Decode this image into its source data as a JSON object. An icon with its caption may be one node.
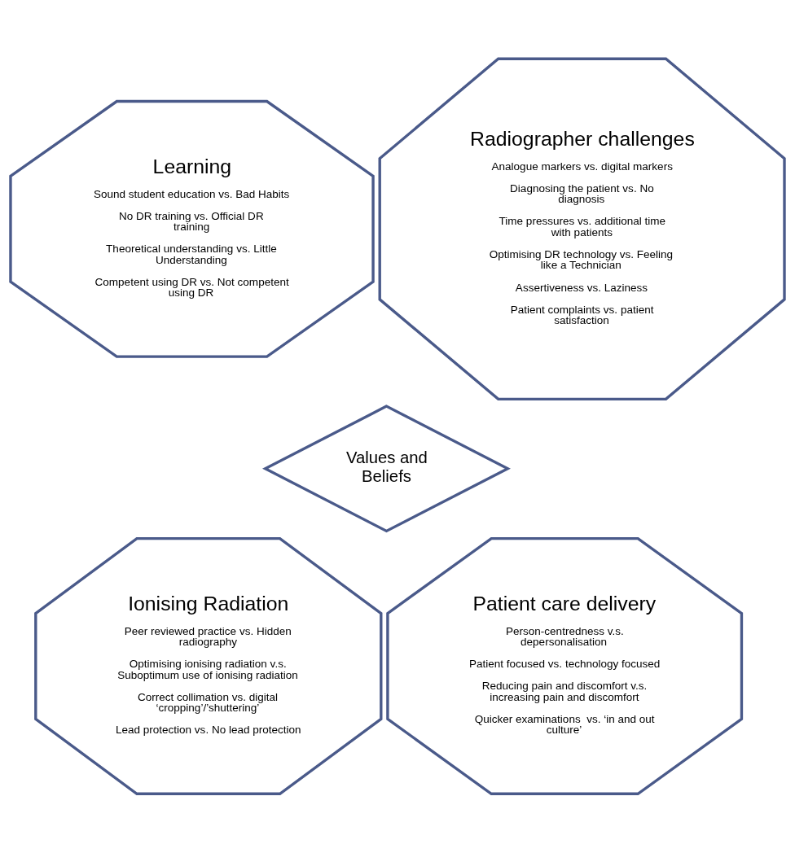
{
  "diagram": {
    "nodes": [
      {
        "text": [
          "Learning",
          "Sound student education vs. Bad Habits",
          "No DR training vs. Official DR training",
          "Theoretical understanding vs. Little Understanding",
          "Competent using DR vs. Not competent using DR"
        ]
      },
      {
        "text": [
          "Radiographer challenges",
          "Analogue markers vs. digital markers",
          "Diagnosing the patient vs. No diagnosis",
          "Time pressures vs. additional time with patients",
          "Optimising DR technology vs. Feeling like a Technician",
          "Assertiveness vs. Laziness",
          "Patient complaints vs. patient satisfaction"
        ]
      },
      {
        "text": [
          "Values and Beliefs"
        ]
      },
      {
        "text": [
          "Ionising Radiation",
          "Peer reviewed practice vs. Hidden radiography",
          "Optimising ionising radiation v.s. Suboptimum use of ionising radiation",
          "Correct collimation vs. digital ‘cropping’/’shuttering’",
          "Lead protection vs. No lead protection"
        ]
      },
      {
        "text": [
          "Patient care delivery",
          "Person-centredness v.s. depersonalisation",
          "Patient focused vs. technology focused",
          "Reducing pain and discomfort v.s. increasing pain and discomfort",
          "Quicker examinations  vs. ‘in and out culture’"
        ]
      }
    ],
    "edges": []
  }
}
